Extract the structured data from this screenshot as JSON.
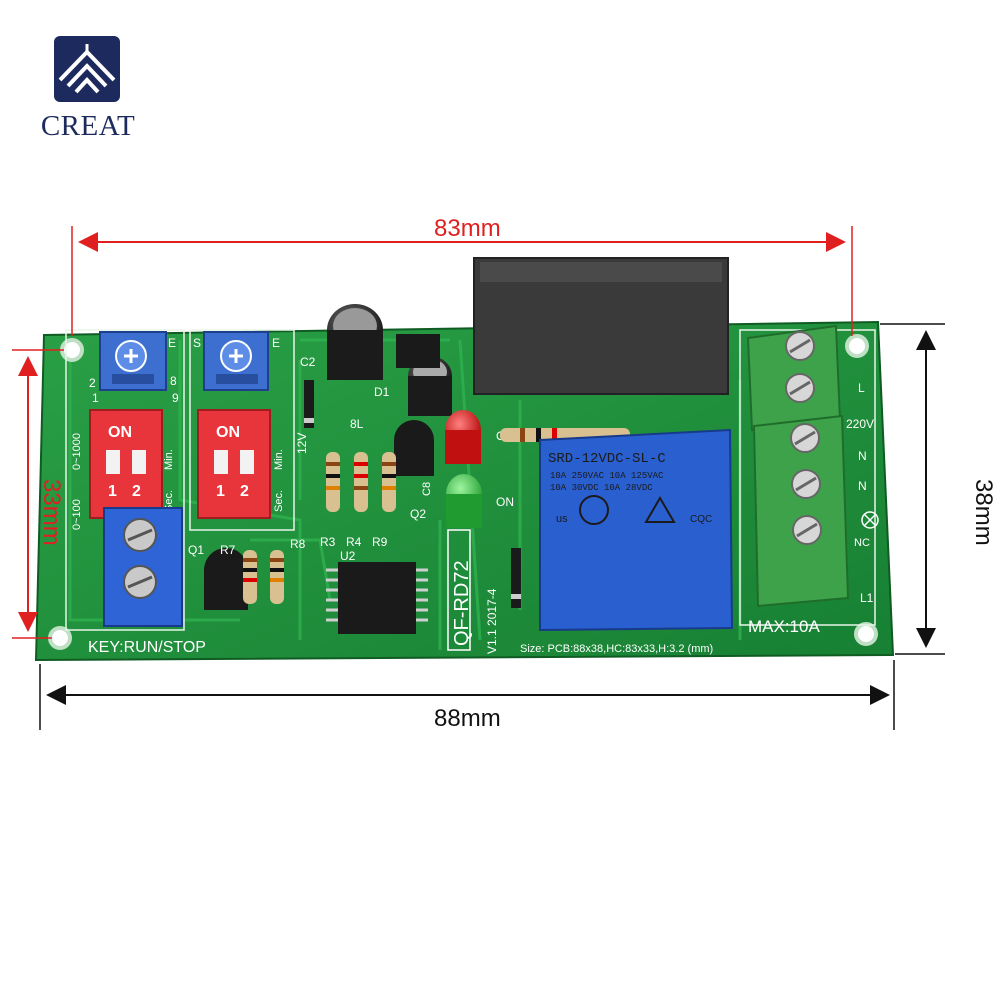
{
  "brand": {
    "name": "CREAT",
    "logo_icon": "mountain-roof-icon",
    "color": "#1c2a5e"
  },
  "dimensions": {
    "top_width": "83mm",
    "bottom_width": "88mm",
    "left_height": "33mm",
    "right_height": "38mm",
    "line_color": "#e02020"
  },
  "board": {
    "model": "QF-RD72",
    "version": "V1.1 2017-4",
    "size_label": "Size: PCB:88x38,HC:83x33,H:3.2 (mm)",
    "key_label": "KEY:RUN/STOP",
    "max_label": "MAX:10A",
    "range_low": "0~100",
    "range_high": "0~1000",
    "dip_on": "ON",
    "dip_numbers": [
      "1",
      "2"
    ],
    "unit_min": "Min.",
    "unit_sec": "Sec.",
    "supply": "12V",
    "labels": {
      "q1": "Q1",
      "q2": "Q2",
      "r7": "R7",
      "r8": "R8",
      "r3": "R3",
      "r4": "R4",
      "r9": "R9",
      "u2": "U2",
      "c2": "C2",
      "c8": "C8",
      "d1": "D1",
      "l8": "8L",
      "off": "OFF",
      "on": "ON",
      "l_term": "L",
      "v220": "220V",
      "n1": "N",
      "n2": "N",
      "nc": "NC",
      "l1": "L1",
      "e1": "E",
      "e2": "E",
      "s": "S"
    },
    "trimmer_digits": [
      "2",
      "8",
      "1",
      "9"
    ],
    "relay": {
      "model": "SRD-12VDC-SL-C",
      "rating1": "10A 250VAC 10A 125VAC",
      "rating2": "10A 30VDC 10A 28VDC",
      "cert": "CQC",
      "mark": "us"
    },
    "pcb_color": "#1f8f3a"
  }
}
